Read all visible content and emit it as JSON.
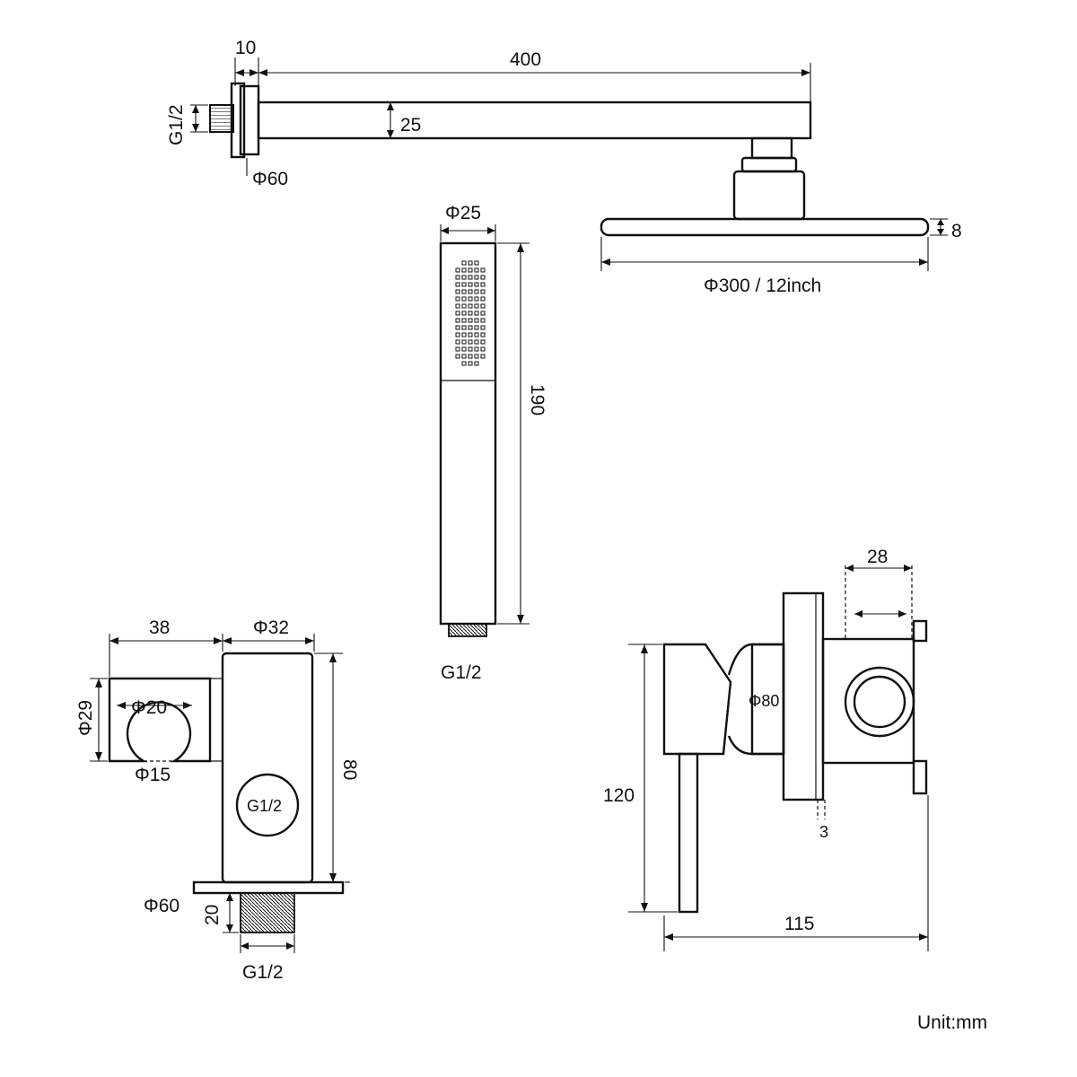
{
  "arm": {
    "flange_thickness": "10",
    "length": "400",
    "thread": "G1/2",
    "height": "25",
    "flange_diameter": "Φ60"
  },
  "head": {
    "thickness": "8",
    "diameter": "Φ300 / 12inch"
  },
  "handset": {
    "diameter": "Φ25",
    "length": "190",
    "thread": "G1/2"
  },
  "holder": {
    "width": "38",
    "body_diameter": "Φ32",
    "ring_outer": "Φ29",
    "ring_inner": "Φ20",
    "slot": "Φ15",
    "height": "80",
    "outlet_thread": "G1/2",
    "plate_diameter": "Φ60",
    "thread_length": "20",
    "inlet_thread": "G1/2"
  },
  "mixer": {
    "width": "28",
    "body_diameter": "Φ80",
    "height": "120",
    "plate": "3",
    "depth": "115"
  },
  "unit": "Unit:mm"
}
